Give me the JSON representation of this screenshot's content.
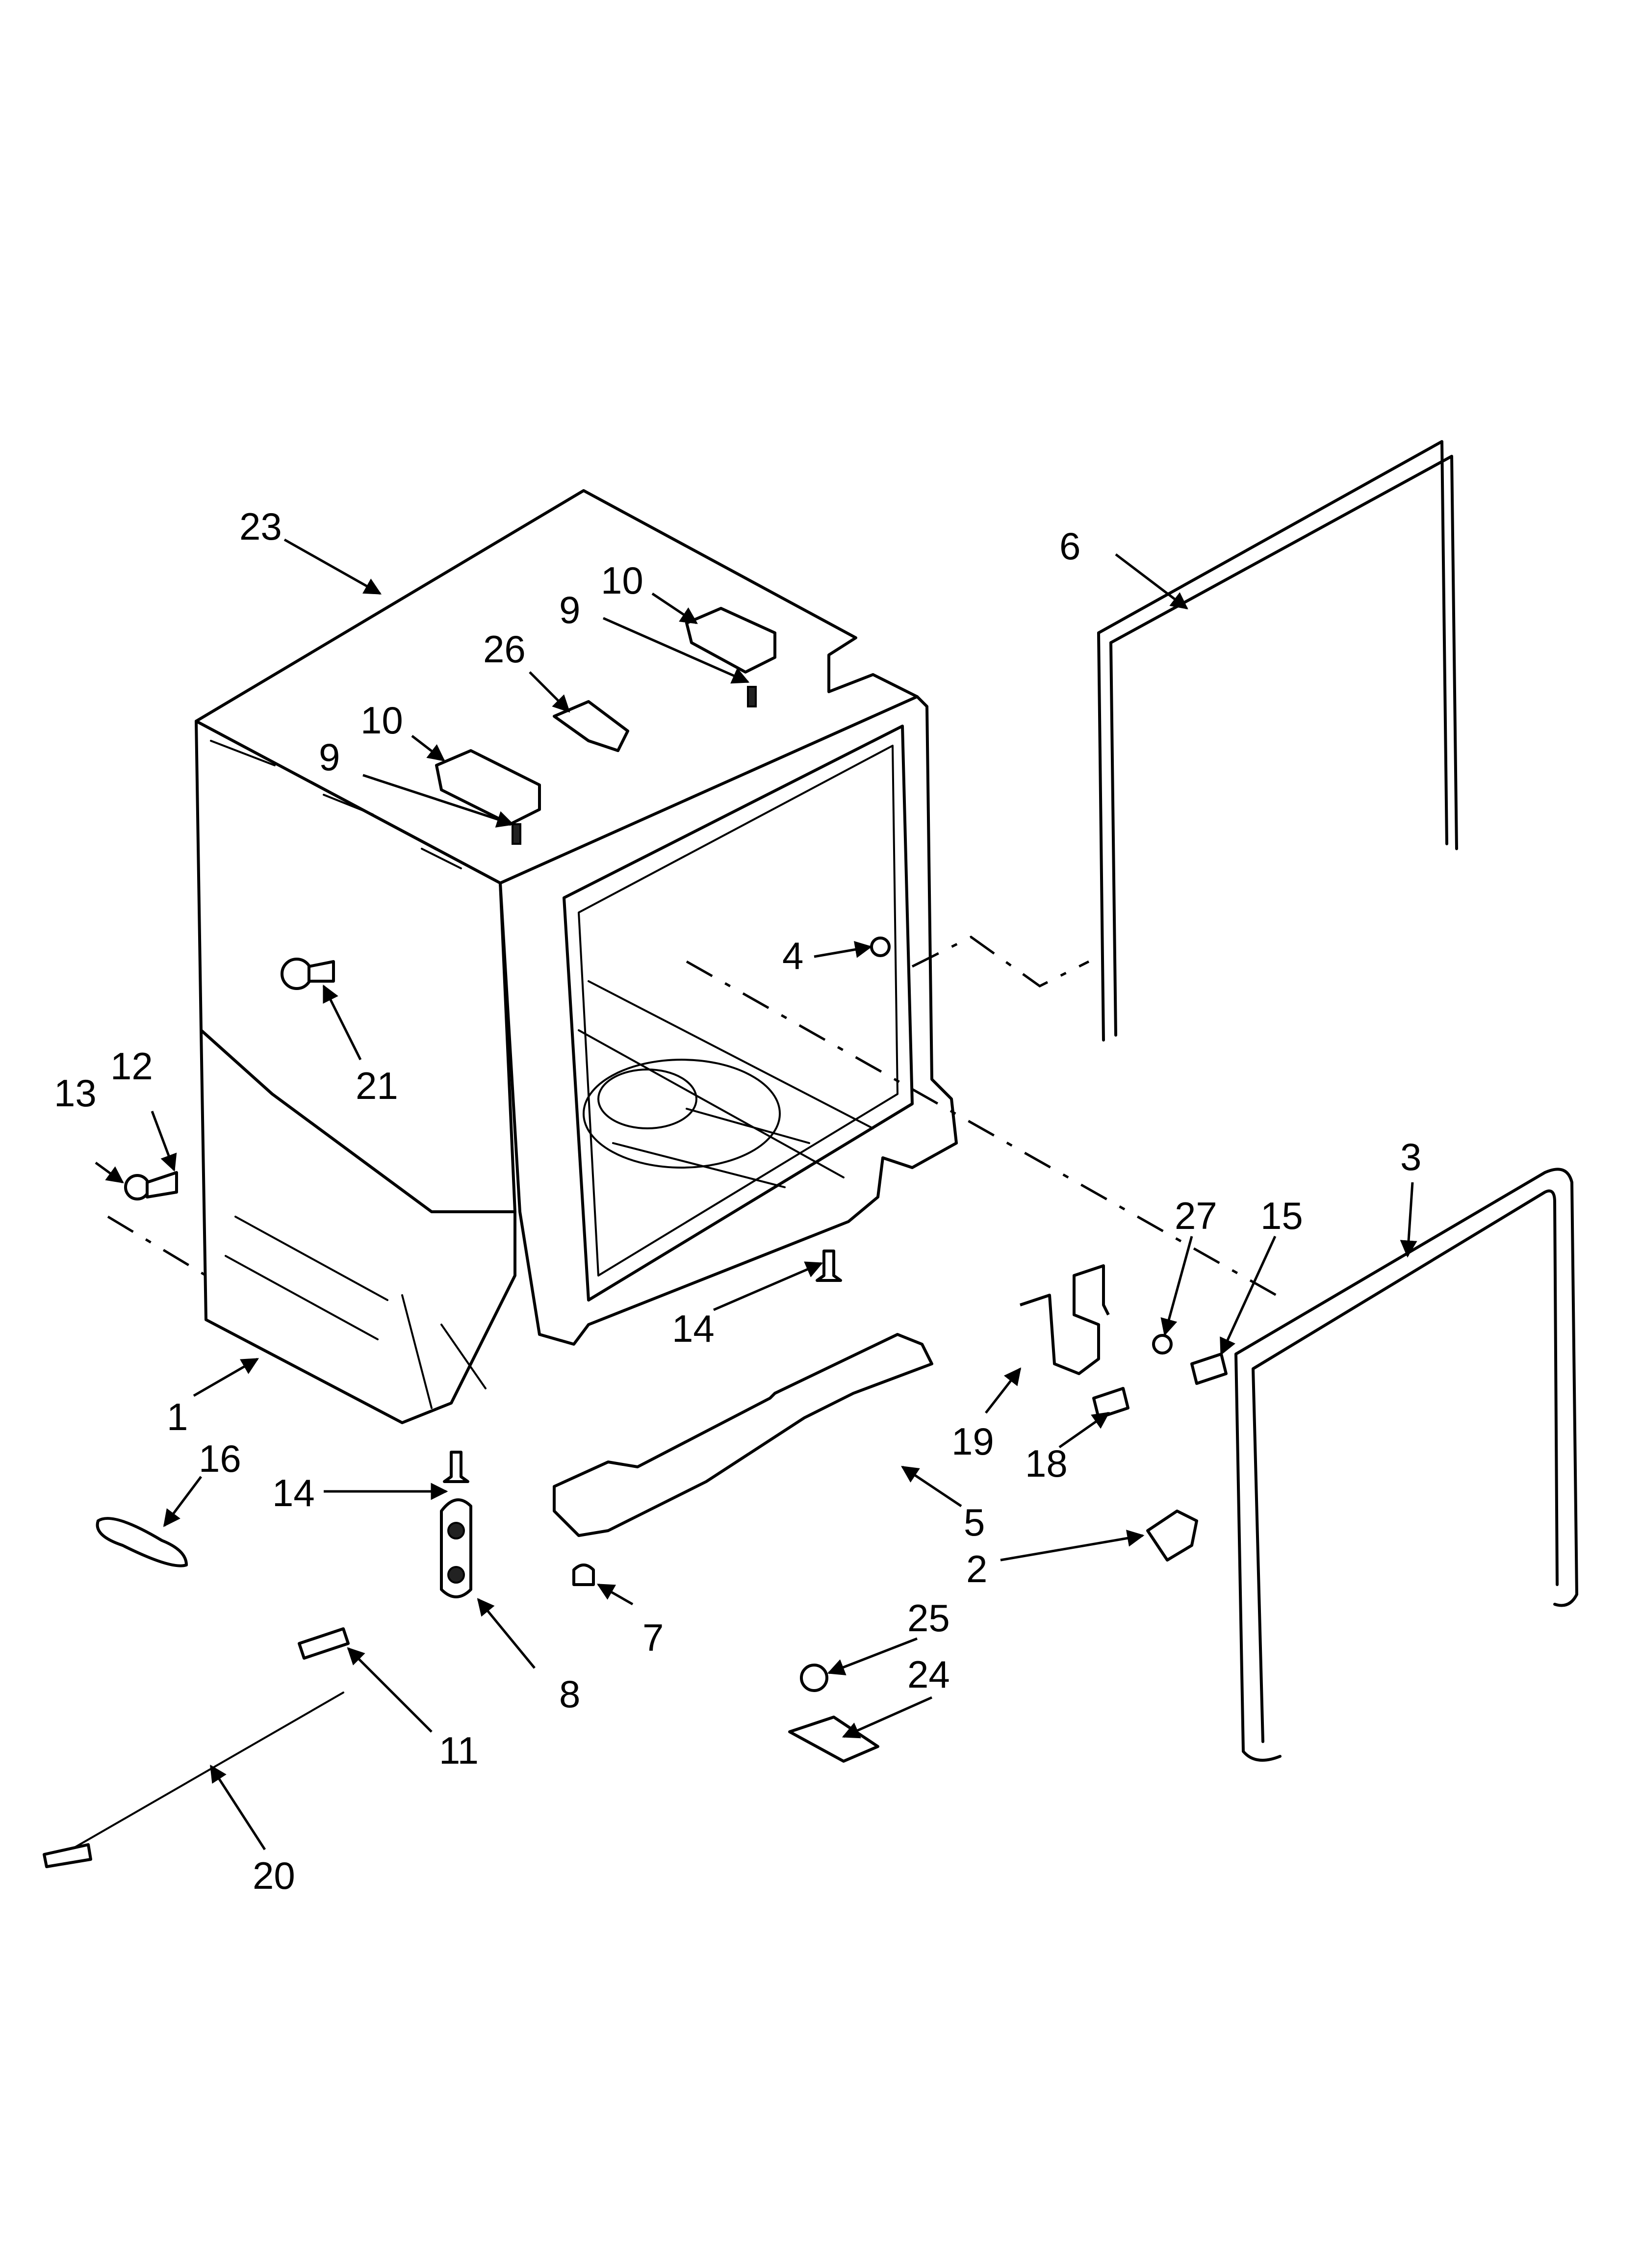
{
  "callouts": {
    "c1": "1",
    "c2": "2",
    "c3": "3",
    "c4": "4",
    "c5": "5",
    "c6": "6",
    "c7": "7",
    "c8": "8",
    "c9a": "9",
    "c9b": "9",
    "c10a": "10",
    "c10b": "10",
    "c11": "11",
    "c12": "12",
    "c13": "13",
    "c14a": "14",
    "c14b": "14",
    "c15": "15",
    "c16": "16",
    "c18": "18",
    "c19": "19",
    "c20": "20",
    "c21": "21",
    "c23": "23",
    "c24": "24",
    "c25": "25",
    "c26": "26",
    "c27": "27"
  }
}
